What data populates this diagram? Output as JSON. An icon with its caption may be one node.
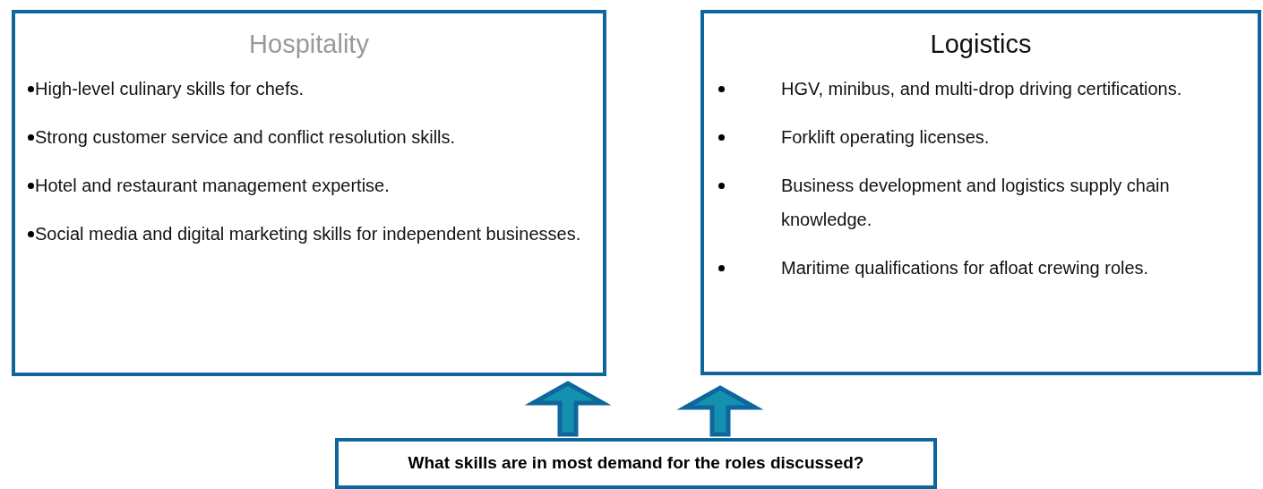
{
  "diagram": {
    "nodes": [
      {
        "text": [
          "Hospitality",
          "High-level culinary skills for chefs.",
          "Strong customer service and conflict resolution skills.",
          "Hotel and restaurant management expertise.",
          "Social media and digital marketing skills for independent businesses."
        ]
      },
      {
        "text": [
          "Logistics",
          "HGV, minibus, and multi-drop driving certifications.",
          "Forklift operating licenses.",
          "Business development and logistics supply chain knowledge.",
          "Maritime qualifications for afloat crewing roles."
        ]
      },
      {
        "text": [
          "What skills are in most demand for the roles discussed?"
        ]
      }
    ],
    "edges": [
      {
        "from": 2,
        "to": 0,
        "arrow": "to"
      },
      {
        "from": 2,
        "to": 1,
        "arrow": "to"
      }
    ]
  }
}
